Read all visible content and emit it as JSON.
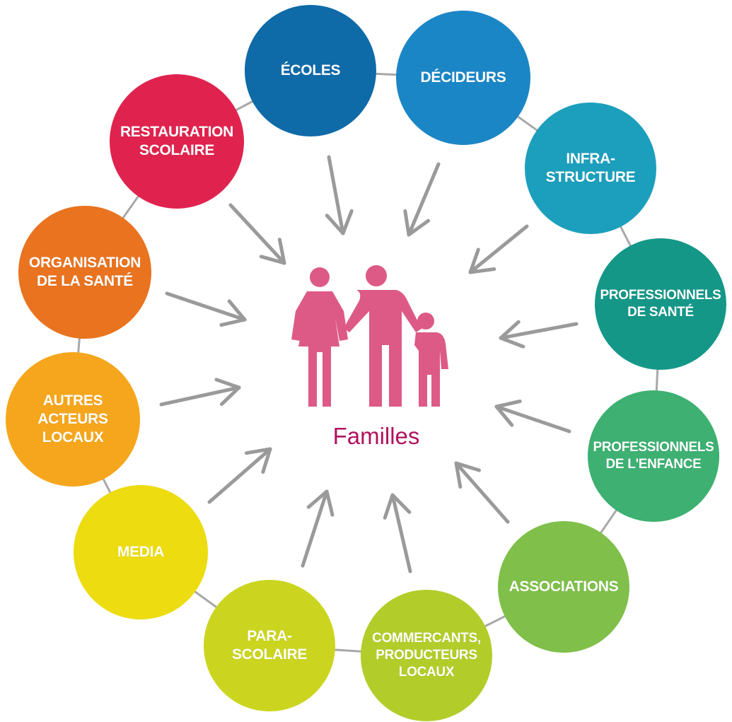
{
  "center": {
    "label": "Familles",
    "color": "#b0135e",
    "icon": "family-icon",
    "icon_color": "#dd5a86"
  },
  "nodes": [
    {
      "id": "ecoles",
      "label": "ÉCOLES",
      "color": "#0f6aa8"
    },
    {
      "id": "decideurs",
      "label": "DÉCIDEURS",
      "color": "#1b86c6"
    },
    {
      "id": "infrastructure",
      "label": "INFRA-\nSTRUCTURE",
      "color": "#1c9fbd"
    },
    {
      "id": "professionnels-sante",
      "label": "PROFESSIONNELS\nDE SANTÉ",
      "color": "#159788"
    },
    {
      "id": "professionnels-enfance",
      "label": "PROFESSIONNELS\nDE L'ENFANCE",
      "color": "#3db072"
    },
    {
      "id": "associations",
      "label": "ASSOCIATIONS",
      "color": "#7fbf4a"
    },
    {
      "id": "commercants",
      "label": "COMMERCANTS,\nPRODUCTEURS\nLOCAUX",
      "color": "#b2cd2a"
    },
    {
      "id": "parascolaire",
      "label": "PARA-\nSCOLAIRE",
      "color": "#cbd51f"
    },
    {
      "id": "media",
      "label": "MEDIA",
      "color": "#ecdc10"
    },
    {
      "id": "autres-acteurs",
      "label": "AUTRES\nACTEURS\nLOCAUX",
      "color": "#f6a61c"
    },
    {
      "id": "organisation-sante",
      "label": "ORGANISATION\nDE LA SANTÉ",
      "color": "#e9731f"
    },
    {
      "id": "restauration-scolaire",
      "label": "RESTAURATION\nSCOLAIRE",
      "color": "#e0234e"
    }
  ],
  "arrow_color": "#9a9a9a",
  "connector_color": "#a8a8a8"
}
